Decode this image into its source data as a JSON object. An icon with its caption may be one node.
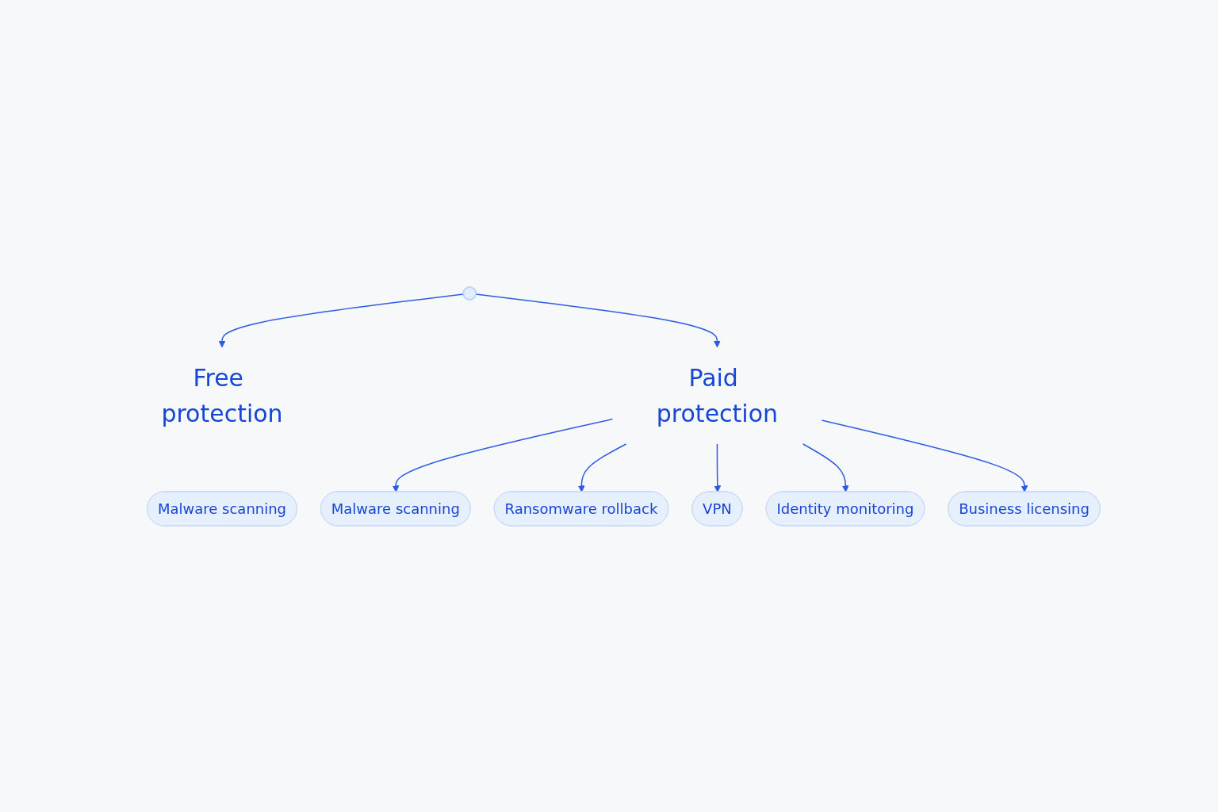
{
  "diagram": {
    "nodes": [
      {
        "text": [],
        "shape": "circle"
      },
      {
        "text": [
          "Free protection"
        ]
      },
      {
        "text": [
          "Paid protection"
        ]
      },
      {
        "text": [
          "Malware scanning"
        ]
      },
      {
        "text": [
          "Malware scanning"
        ]
      },
      {
        "text": [
          "Ransomware rollback"
        ]
      },
      {
        "text": [
          "VPN"
        ]
      },
      {
        "text": [
          "Identity monitoring"
        ]
      },
      {
        "text": [
          "Business licensing"
        ]
      }
    ],
    "edges": [
      {
        "from": 0,
        "to": 1,
        "arrow": "to"
      },
      {
        "from": 0,
        "to": 2,
        "arrow": "to"
      },
      {
        "from": 2,
        "to": 4,
        "arrow": "to"
      },
      {
        "from": 2,
        "to": 5,
        "arrow": "to"
      },
      {
        "from": 2,
        "to": 6,
        "arrow": "to"
      },
      {
        "from": 2,
        "to": 7,
        "arrow": "to"
      },
      {
        "from": 2,
        "to": 8,
        "arrow": "to"
      }
    ]
  }
}
